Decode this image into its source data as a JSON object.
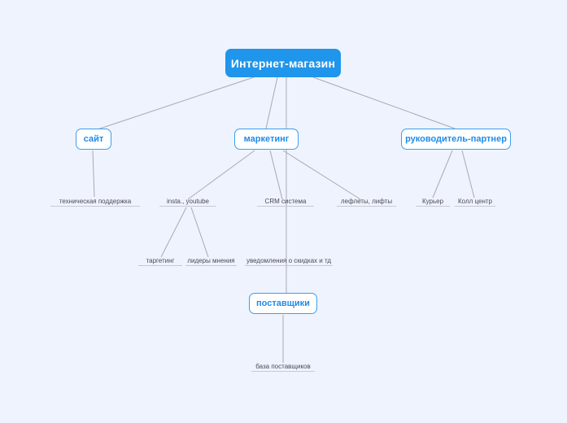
{
  "diagram": {
    "type": "mind-map",
    "background_color": "#eff3fd",
    "edge_color": "#a8aab5",
    "accent_color": "#1f95eb",
    "branch_border_color": "#3c9ff0",
    "leaf_text_color": "#4a4a55",
    "leaf_underline_color": "#c6c9d4"
  },
  "nodes": {
    "root": {
      "label": "Интернет-магазин"
    },
    "site": {
      "label": "сайт"
    },
    "marketing": {
      "label": "маркетинг"
    },
    "manager_partner": {
      "label": "руководитель-партнер"
    },
    "suppliers": {
      "label": "поставщики"
    },
    "tech_support": {
      "label": "техническая поддержка"
    },
    "insta_youtube": {
      "label": "insta., youtube"
    },
    "crm_system": {
      "label": "CRM система"
    },
    "leaflets_lifts": {
      "label": "лефлеты, лифты"
    },
    "courier": {
      "label": "Курьер"
    },
    "call_center": {
      "label": "Колл центр"
    },
    "targeting": {
      "label": "таргетинг"
    },
    "opinion_leaders": {
      "label": "лидеры мнения"
    },
    "discount_notifications": {
      "label": "уведомления о скидках и тд"
    },
    "suppliers_database": {
      "label": "база поставщиков"
    }
  },
  "edges": [
    {
      "from": "root",
      "to": "site"
    },
    {
      "from": "root",
      "to": "marketing"
    },
    {
      "from": "root",
      "to": "manager_partner"
    },
    {
      "from": "root",
      "to": "suppliers"
    },
    {
      "from": "site",
      "to": "tech_support"
    },
    {
      "from": "marketing",
      "to": "insta_youtube"
    },
    {
      "from": "marketing",
      "to": "crm_system"
    },
    {
      "from": "marketing",
      "to": "leaflets_lifts"
    },
    {
      "from": "manager_partner",
      "to": "courier"
    },
    {
      "from": "manager_partner",
      "to": "call_center"
    },
    {
      "from": "insta_youtube",
      "to": "targeting"
    },
    {
      "from": "insta_youtube",
      "to": "opinion_leaders"
    },
    {
      "from": "crm_system",
      "to": "discount_notifications"
    },
    {
      "from": "suppliers",
      "to": "suppliers_database"
    }
  ]
}
